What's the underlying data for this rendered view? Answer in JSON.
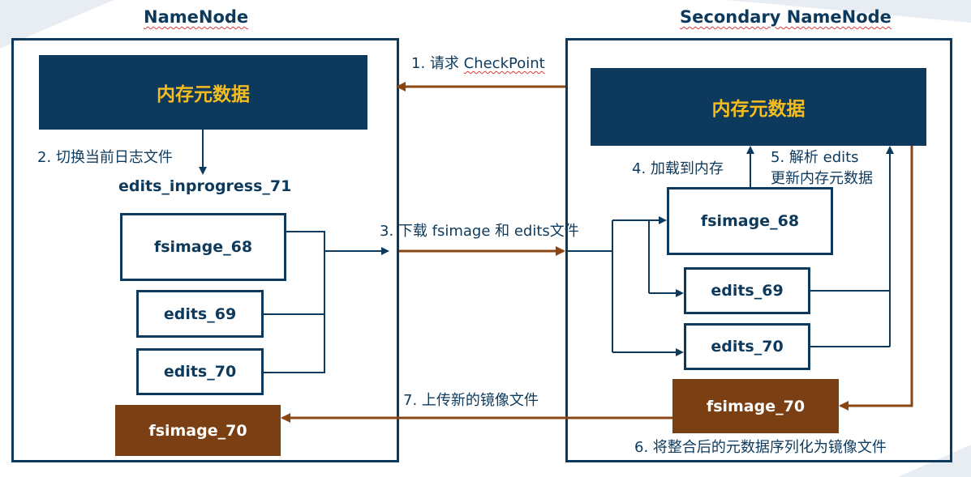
{
  "colors": {
    "navy": "#0d3a5c",
    "gold": "#f5bd1f",
    "brown": "#7a3f12",
    "arrow_brown": "#8b4513"
  },
  "namenode": {
    "title": "NameNode",
    "memory_label": "内存元数据",
    "step2_label": "2. 切换当前日志文件",
    "edits_inprogress": "edits_inprogress_71",
    "files": [
      "fsimage_68",
      "edits_69",
      "edits_70"
    ],
    "new_image": "fsimage_70"
  },
  "secondary": {
    "title": "Secondary NameNode",
    "memory_label": "内存元数据",
    "step4_label": "4. 加载到内存",
    "step5_label_line1": "5. 解析 edits",
    "step5_label_line2": "更新内存元数据",
    "files": [
      "fsimage_68",
      "edits_69",
      "edits_70"
    ],
    "new_image": "fsimage_70",
    "step6_label": "6. 将整合后的元数据序列化为镜像文件"
  },
  "steps": {
    "step1_prefix": "1. 请求 ",
    "step1_word": "CheckPoint",
    "step3_label": "3. 下载 fsimage 和 edits文件",
    "step7_label": "7. 上传新的镜像文件"
  }
}
